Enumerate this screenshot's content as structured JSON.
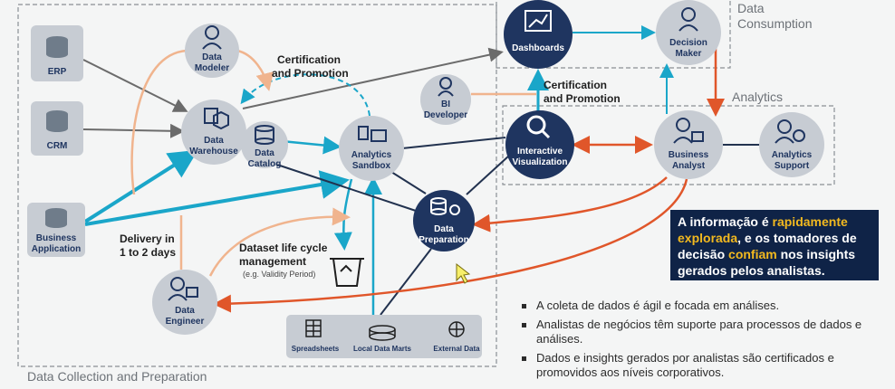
{
  "regions": {
    "collection": "Data Collection and Preparation",
    "consumption_line1": "Data",
    "consumption_line2": "Consumption",
    "analytics": "Analytics"
  },
  "nodes": {
    "erp": "ERP",
    "crm": "CRM",
    "business_app_1": "Business",
    "business_app_2": "Application",
    "data_modeler_1": "Data",
    "data_modeler_2": "Modeler",
    "data_warehouse_1": "Data",
    "data_warehouse_2": "Warehouse",
    "data_catalog_1": "Data",
    "data_catalog_2": "Catalog",
    "analytics_sandbox_1": "Analytics",
    "analytics_sandbox_2": "Sandbox",
    "data_preparation_1": "Data",
    "data_preparation_2": "Preparation",
    "data_engineer_1": "Data",
    "data_engineer_2": "Engineer",
    "dashboards": "Dashboards",
    "decision_maker_1": "Decision",
    "decision_maker_2": "Maker",
    "bi_developer_1": "BI",
    "bi_developer_2": "Developer",
    "interactive_vis_1": "Interactive",
    "interactive_vis_2": "Visualization",
    "business_analyst_1": "Business",
    "business_analyst_2": "Analyst",
    "analytics_support_1": "Analytics",
    "analytics_support_2": "Support",
    "spreadsheets": "Spreadsheets",
    "local_data_marts": "Local Data Marts",
    "external_data": "External Data"
  },
  "annotations": {
    "cert_promo_1_line1": "Certification",
    "cert_promo_1_line2": "and Promotion",
    "cert_promo_2_line1": "Certification",
    "cert_promo_2_line2": "and Promotion",
    "delivery_line1": "Delivery in",
    "delivery_line2": "1 to 2 days",
    "dataset_lifecycle_line1": "Dataset life cycle",
    "dataset_lifecycle_line2": "management",
    "dataset_lifecycle_line3": "(e.g. Validity Period)"
  },
  "callout": {
    "part1": "A informação é ",
    "hl1": "rapidamente explorada",
    "part2": ",  e os tomadores de decisão ",
    "hl2": "confiam",
    "part3": " nos  insights gerados pelos analistas."
  },
  "bullets": [
    "A coleta de dados é ágil e focada em análises.",
    "Analistas de negócios têm suporte para processos de dados e análises.",
    "Dados e insights gerados por analistas são certificados e promovidos aos níveis corporativos."
  ],
  "colors": {
    "circle": "#c7ccd3",
    "circle_dark": "#6f7c8a",
    "navy": "#1f3560",
    "blue_arrow": "#1aa6c9",
    "orange_arrow": "#e0562a",
    "peach_arrow": "#f0b48e",
    "gray_arrow": "#6b6b6b",
    "dark_arrow": "#22324f",
    "callout_bg": "#0f2347",
    "highlight": "#f2b91f"
  }
}
